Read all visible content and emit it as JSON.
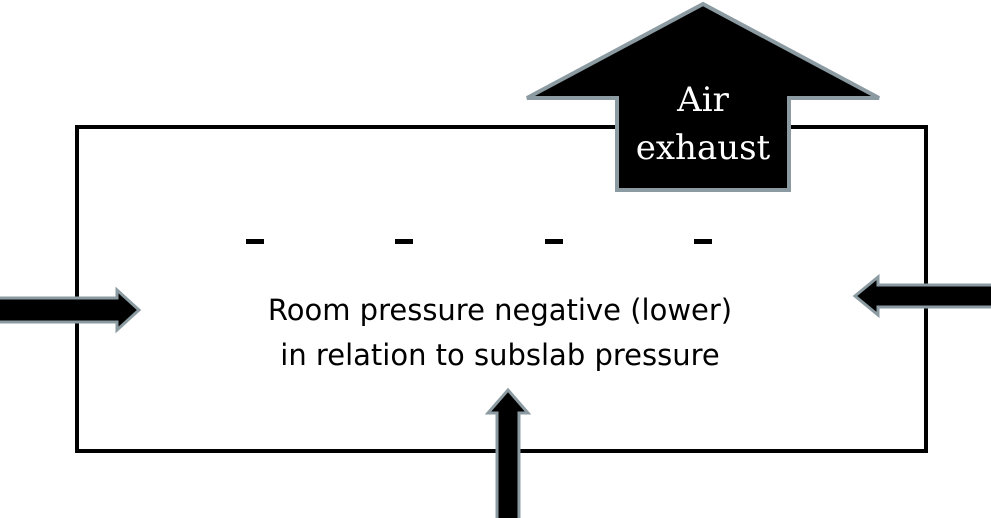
{
  "room": {
    "label_line1": "Room pressure negative (lower)",
    "label_line2": "in relation to subslab pressure",
    "negative_signs": [
      "-",
      "-",
      "-",
      "-"
    ]
  },
  "exhaust": {
    "label_line1": "Air",
    "label_line2": "exhaust"
  },
  "inflow_arrows": [
    "left-wall-inflow",
    "right-wall-inflow",
    "floor-inflow"
  ],
  "colors": {
    "room_outline": "#000000",
    "arrow_fill": "#000000",
    "arrow_stroke": "#8c9ba2",
    "exhaust_text": "#ffffff",
    "label_text": "#000000"
  }
}
